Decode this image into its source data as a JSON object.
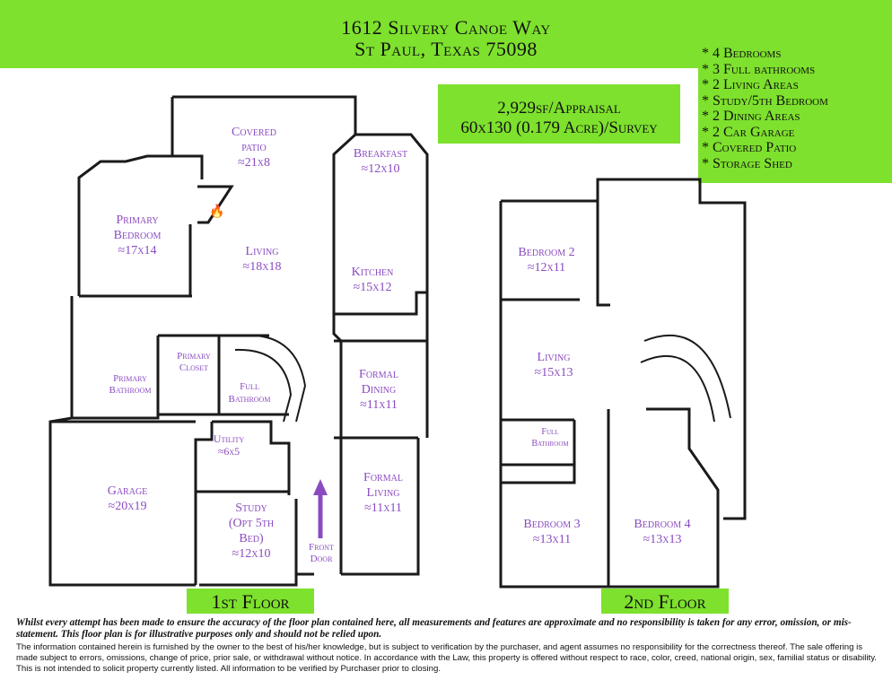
{
  "header": {
    "address_line1": "1612 Silvery Canoe Way",
    "address_line2": "St Paul, Texas 75098"
  },
  "summary": {
    "line1": "2,929sf/Appraisal",
    "line2": "60x130 (0.179 Acre)/Survey"
  },
  "features": [
    "* 4 Bedrooms",
    "* 3 Full bathrooms",
    "* 2 Living Areas",
    "* Study/5th Bedroom",
    "* 2 Dining Areas",
    "* 2 Car Garage",
    "* Covered Patio",
    "* Storage Shed"
  ],
  "first_floor": {
    "label": "1st Floor",
    "rooms": {
      "covered_patio": [
        "Covered",
        "patio",
        "≈21x8"
      ],
      "breakfast": [
        "Breakfast",
        "≈12x10"
      ],
      "primary_bedroom": [
        "Primary",
        "Bedroom",
        "≈17x14"
      ],
      "living": [
        "Living",
        "≈18x18"
      ],
      "kitchen": [
        "Kitchen",
        "≈15x12"
      ],
      "primary_closet": [
        "Primary",
        "Closet"
      ],
      "primary_bathroom": [
        "Primary",
        "Bathroom"
      ],
      "full_bathroom": [
        "Full",
        "Bathroom"
      ],
      "formal_dining": [
        "Formal",
        "Dining",
        "≈11x11"
      ],
      "utility": [
        "Utility",
        "≈6x5"
      ],
      "garage": [
        "Garage",
        "≈20x19"
      ],
      "study": [
        "Study",
        "(Opt 5th",
        "Bed)",
        "≈12x10"
      ],
      "formal_living": [
        "Formal",
        "Living",
        "≈11x11"
      ],
      "front_door": [
        "Front",
        "Door"
      ]
    }
  },
  "second_floor": {
    "label": "2nd Floor",
    "rooms": {
      "bedroom2": [
        "Bedroom 2",
        "≈12x11"
      ],
      "living": [
        "Living",
        "≈15x13"
      ],
      "full_bathroom": [
        "Full",
        "Bathroom"
      ],
      "bedroom3": [
        "Bedroom 3",
        "≈13x11"
      ],
      "bedroom4": [
        "Bedroom 4",
        "≈13x13"
      ]
    }
  },
  "disclaimer_bold": "Whilst every attempt has been made to ensure the accuracy of the floor plan contained here, all measurements and features are approximate and no responsibility is taken for any error, omission, or mis-statement. This floor plan is for illustrative purposes only and should not be relied upon.",
  "disclaimer": "The information contained herein is furnished by the owner to the best of his/her knowledge, but is subject to verification by the purchaser, and agent assumes no responsibility for the correctness thereof.  The sale offering is made subject to errors, omissions, change of price, prior sale, or withdrawal without notice.  In accordance with the Law, this property is offered without respect to race, color, creed, national origin, sex, familial status or disability.  This is not intended to solicit property currently listed.  All information to be verified by Purchaser prior to closing.",
  "colors": {
    "accent_green": "#7ee12d",
    "room_label": "#8a4bc0",
    "wall": "#1a1a1a",
    "arrow": "#8a4bc0"
  },
  "icons": [
    "fireplace-flame-icon",
    "front-door-arrow-icon"
  ]
}
